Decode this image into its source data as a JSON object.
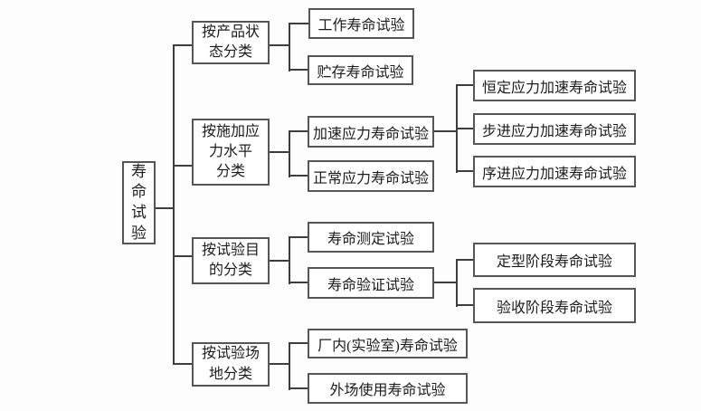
{
  "diagram_type": "classification-tree",
  "colors": {
    "bg": "#fdfdfd",
    "box_bg": "#ffffff",
    "border": "#565656",
    "line": "#3d3d3d",
    "text": "#1c1c1c"
  },
  "root": {
    "label": "寿命试验"
  },
  "categories": [
    {
      "label": "按产品状\n态分类",
      "children": [
        {
          "label": "工作寿命试验"
        },
        {
          "label": "贮存寿命试验"
        }
      ]
    },
    {
      "label": "按施加应\n力水平\n分类",
      "children": [
        {
          "label": "加速应力寿命试验",
          "children": [
            {
              "label": "恒定应力加速寿命试验"
            },
            {
              "label": "步进应力加速寿命试验"
            },
            {
              "label": "序进应力加速寿命试验"
            }
          ]
        },
        {
          "label": "正常应力寿命试验"
        }
      ]
    },
    {
      "label": "按试验目\n的分类",
      "children": [
        {
          "label": "寿命测定试验"
        },
        {
          "label": "寿命验证试验",
          "children": [
            {
              "label": "定型阶段寿命试验"
            },
            {
              "label": "验收阶段寿命试验"
            }
          ]
        }
      ]
    },
    {
      "label": "按试验场\n地分类",
      "children": [
        {
          "label": "厂内(实验室)寿命试验"
        },
        {
          "label": "外场使用寿命试验"
        }
      ]
    }
  ]
}
